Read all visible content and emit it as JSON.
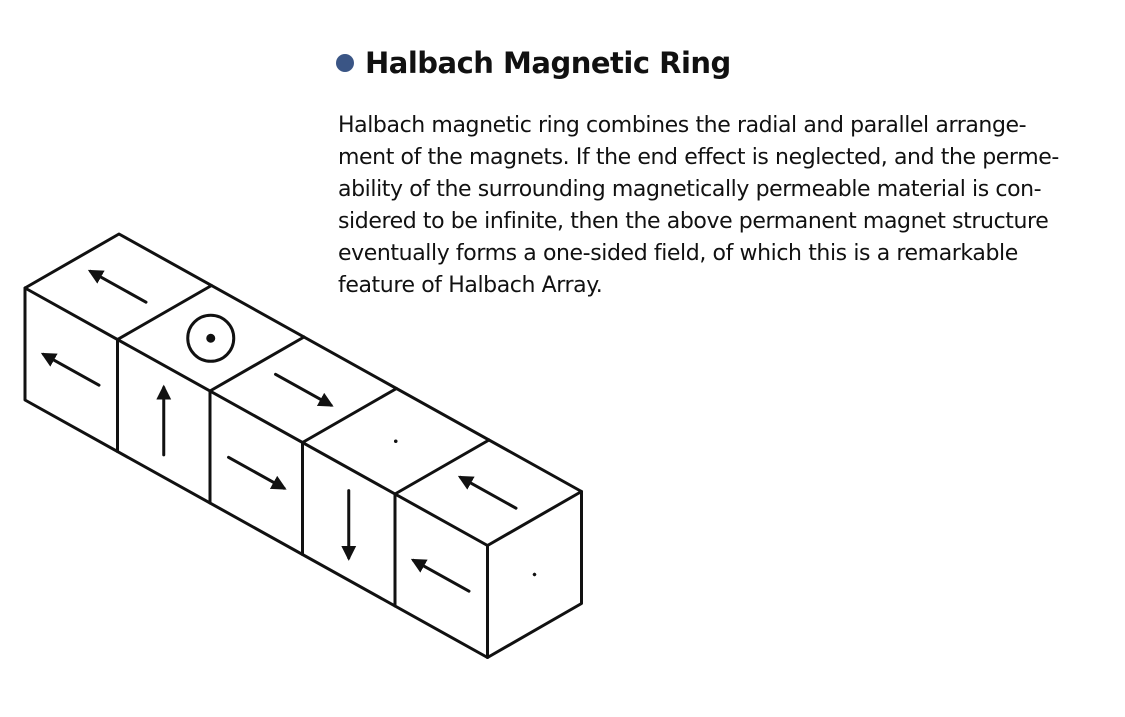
{
  "header": {
    "title": "Halbach Magnetic Ring",
    "bullet_color": "#3a5585"
  },
  "description": {
    "lines": [
      "Halbach magnetic ring combines the radial and parallel arrange-",
      "ment of the magnets. If the end effect is neglected, and the perme-",
      "ability of the surrounding magnetically permeable material is con-",
      "sidered to be infinite, then the above permanent magnet structure",
      "eventually forms a one-sided field, of which this is a remarkable",
      "feature of Halbach Array."
    ]
  },
  "diagram": {
    "blocks": 5,
    "top_faces": [
      "arrow-up-left",
      "dot-circle",
      "arrow-down-right",
      "cross",
      "arrow-up-left"
    ],
    "front_faces": [
      "arrow-left",
      "arrow-up",
      "arrow-right",
      "arrow-down",
      "arrow-left"
    ],
    "end_face": "cross"
  }
}
